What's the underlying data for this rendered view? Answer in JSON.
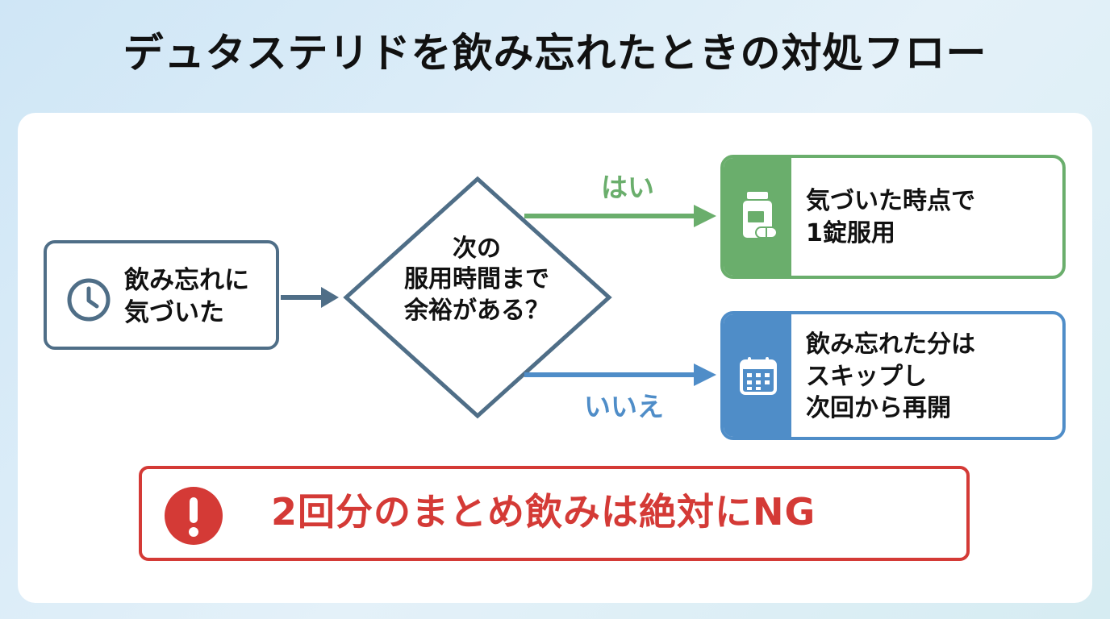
{
  "title": "デュタステリドを飲み忘れたときの対処フロー",
  "start": {
    "icon": "clock-icon",
    "lines": [
      "飲み忘れに",
      "気づいた"
    ]
  },
  "decision": {
    "lines": [
      "次の",
      "服用時間まで",
      "余裕がある？"
    ]
  },
  "yes_branch": {
    "label": "はい",
    "icon": "medicine-bottle-icon",
    "lines": [
      "気づいた時点で",
      "1錠服用"
    ]
  },
  "no_branch": {
    "label": "いいえ",
    "icon": "calendar-icon",
    "lines": [
      "飲み忘れた分は",
      "スキップし",
      "次回から再開"
    ]
  },
  "warning": {
    "icon": "exclamation-icon",
    "text": "2回分のまとめ飲みは絶対にNG"
  },
  "colors": {
    "start": "#4f6e87",
    "yes": "#6aae6c",
    "no": "#4f8dc8",
    "warning": "#d43a36"
  }
}
